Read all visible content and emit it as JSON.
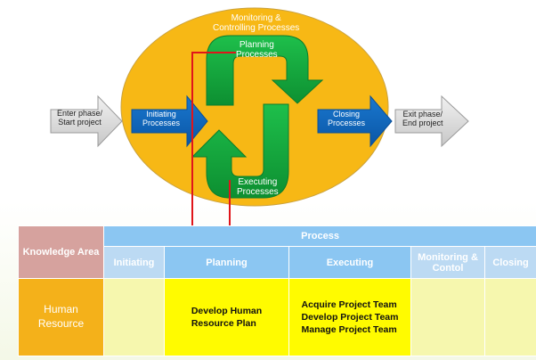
{
  "diagram": {
    "enter_phase": "Enter phase/\nStart project",
    "initiating": "Initiating\nProcesses",
    "monitoring": "Monitoring &\nControlling Processes",
    "planning": "Planning\nProcesses",
    "executing": "Executing\nProcesses",
    "closing": "Closing\nProcesses",
    "exit_phase": "Exit phase/\nEnd project"
  },
  "table": {
    "knowledge_area_header": "Knowledge Area",
    "process_header": "Process",
    "columns": [
      "Initiating",
      "Planning",
      "Executing",
      "Monitoring &\nContol",
      "Closing"
    ],
    "row": {
      "area": "Human\nResource",
      "initiating": "",
      "planning": [
        "Develop Human",
        "Resource Plan"
      ],
      "executing": [
        "Acquire Project Team",
        "Develop Project Team",
        "Manage Project Team"
      ],
      "monitoring": "",
      "closing": ""
    }
  },
  "colors": {
    "oval": "#f7b815",
    "process_blue": "#0c63b8",
    "cycle_green": "#12a53a",
    "connector_red": "#e0151b",
    "table_header_blue": "#8bc6f2",
    "table_highlight": "#fffb00"
  }
}
